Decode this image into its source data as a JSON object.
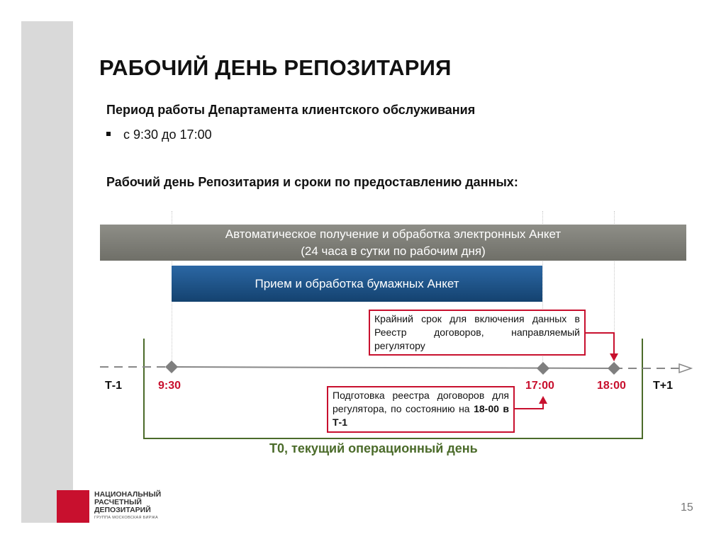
{
  "title": "РАБОЧИЙ ДЕНЬ РЕПОЗИТАРИЯ",
  "section1": {
    "heading": "Период работы Департамента клиентского обслуживания",
    "bullet": "с 9:30 до 17:00"
  },
  "section2": {
    "heading": "Рабочий день Репозитария и сроки по предоставлению данных:"
  },
  "bars": {
    "auto_line1": "Автоматическое получение и обработка электронных Анкет",
    "auto_line2": "(24 часа в сутки по рабочим дня)",
    "paper": "Прием и обработка бумажных Анкет"
  },
  "notes": {
    "deadline": "Крайний срок для включения данных в Реестр договоров, направляемый регулятору",
    "prep_text": "Подготовка реестра договоров для регулятора, по состоянию на",
    "prep_bold": "18-00 в Т-1"
  },
  "timeline": {
    "t_minus": "Т-1",
    "t_plus": "Т+1",
    "time_start": "9:30",
    "time_mid": "17:00",
    "time_end": "18:00",
    "t0_label": "Т0, текущий операционный день"
  },
  "colors": {
    "accent_red": "#c8102e",
    "t0_green": "#4b6b2a",
    "paper_blue": "#1f5690",
    "auto_gray": "#7d7d76"
  },
  "logo": {
    "line1": "НАЦИОНАЛЬНЫЙ",
    "line2": "РАСЧЕТНЫЙ",
    "line3": "ДЕПОЗИТАРИЙ",
    "subtitle": "ГРУППА МОСКОВСКАЯ БИРЖА"
  },
  "page_number": "15"
}
